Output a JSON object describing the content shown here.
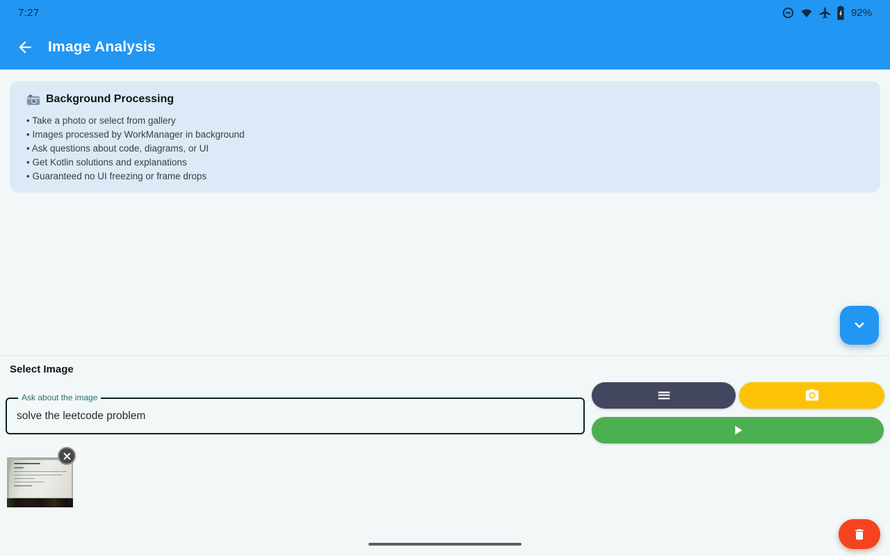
{
  "status_bar": {
    "time": "7:27",
    "battery_level": "92%",
    "icons": [
      {
        "name": "data-saver-icon"
      },
      {
        "name": "wifi-icon"
      },
      {
        "name": "airplane-mode-icon"
      },
      {
        "name": "battery-charging-icon"
      }
    ]
  },
  "app_bar": {
    "title": "Image Analysis",
    "back_icon": "arrow-back"
  },
  "info_card": {
    "title_icon": "camera-emoji",
    "title": "Background Processing",
    "bullets": [
      "Take a photo or select from gallery",
      "Images processed by WorkManager in background",
      "Ask questions about code, diagrams, or UI",
      "Get Kotlin solutions and explanations",
      "Guaranteed no UI freezing or frame drops"
    ]
  },
  "select_image": {
    "section_title": "Select Image",
    "question_field": {
      "label": "Ask about the image",
      "value": "solve the leetcode problem"
    },
    "gallery_button_icon": "menu-icon",
    "camera_button_icon": "camera-icon",
    "analyze_button_icon": "play-icon",
    "thumbnail": {
      "content": "photo of a monitor showing a leetcode problem page",
      "close_icon": "close-x-icon"
    }
  },
  "floating_actions": {
    "scroll_down_icon": "chevron-down-icon",
    "delete_icon": "trash-icon"
  },
  "colors": {
    "app_bar": "#2196f3",
    "background": "#f2f8f8",
    "card_background": "#dbeaf6",
    "status_icon": "#14293f",
    "gallery_button": "#42465e",
    "camera_button": "#fcc306",
    "analyze_button": "#4caf50",
    "delete_fab": "#f5431f",
    "scroll_fab": "#2196f3",
    "field_label": "#2c6e6e",
    "field_outline": "#0c2424"
  }
}
